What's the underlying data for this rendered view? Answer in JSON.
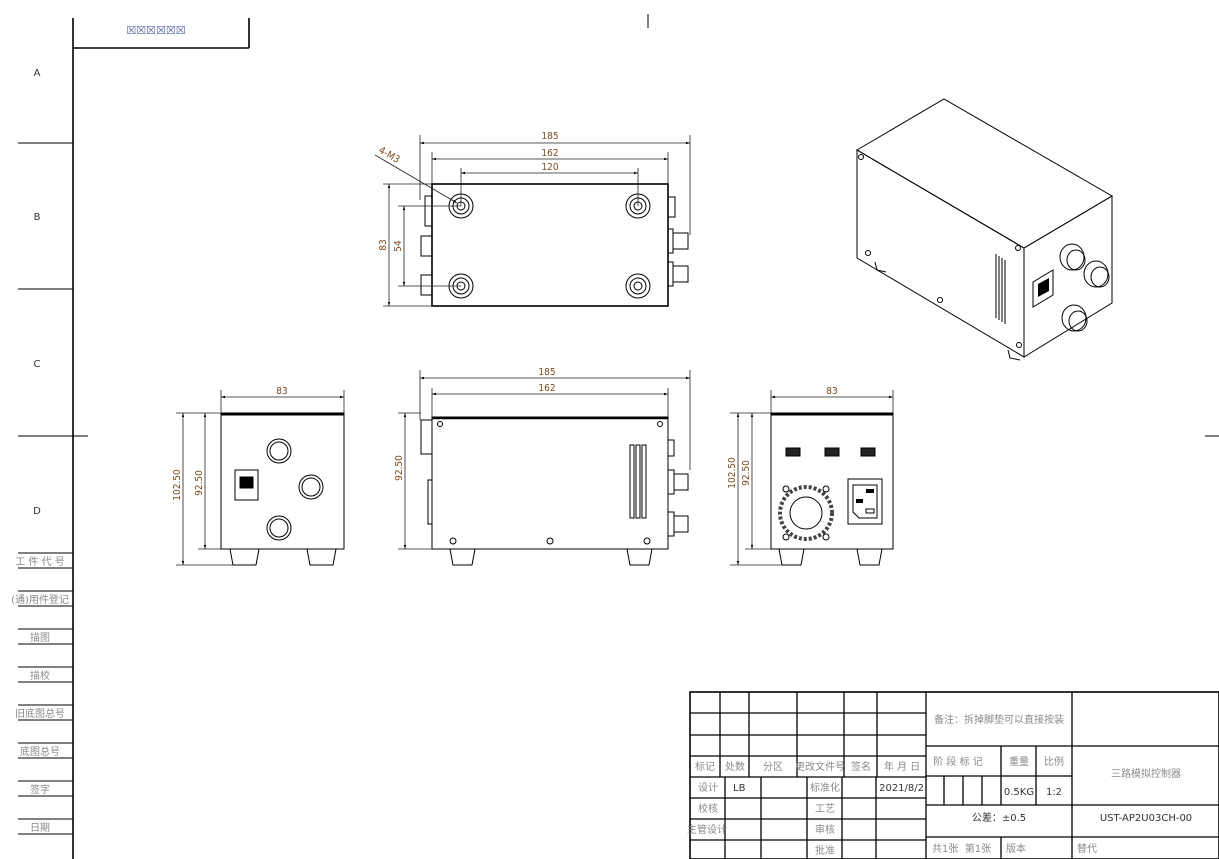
{
  "title_placeholder": "☒☒☒☒☒☒",
  "zones": [
    "A",
    "B",
    "C",
    "D"
  ],
  "side_strip": [
    "工 件 代 号",
    "(通)用件登记",
    "描图",
    "描校",
    "旧底图总号",
    "底图总号",
    "签字",
    "日期"
  ],
  "top_view": {
    "dim_overall": "185",
    "dim_inner": "162",
    "dim_holes": "120",
    "dim_depth": "83",
    "dim_hole_pitch": "54",
    "callout": "4-M3"
  },
  "front_view": {
    "dim_width": "83",
    "dim_total_height": "102.50",
    "dim_body_height": "92.50"
  },
  "side_view": {
    "dim_overall": "185",
    "dim_inner": "162",
    "dim_height": "92.50"
  },
  "rear_view": {
    "dim_width": "83",
    "dim_total_height": "102.50",
    "dim_body_height": "92.50"
  },
  "title_block": {
    "note": "备注：拆掉脚垫可以直接按装",
    "rev_headers": [
      "标记",
      "处数",
      "分区",
      "更改文件号",
      "签名",
      "年 月 日"
    ],
    "stage_label": "阶 段 标 记",
    "weight_label": "重量",
    "scale_label": "比例",
    "weight": "0.5KG",
    "scale": "1:2",
    "product_name": "三路模拟控制器",
    "tolerance": "公差：±0.5",
    "drawing_number": "UST-AP2U03CH-00",
    "design_label": "设计",
    "designer": "LB",
    "standardize_label": "标准化",
    "date": "2021/8/2",
    "check_label": "校核",
    "process_label": "工艺",
    "chief_label": "主管设计",
    "review_label": "审核",
    "approve_label": "批准",
    "sheets": "共1张  第1张",
    "version_label": "版本",
    "replace_label": "替代"
  }
}
